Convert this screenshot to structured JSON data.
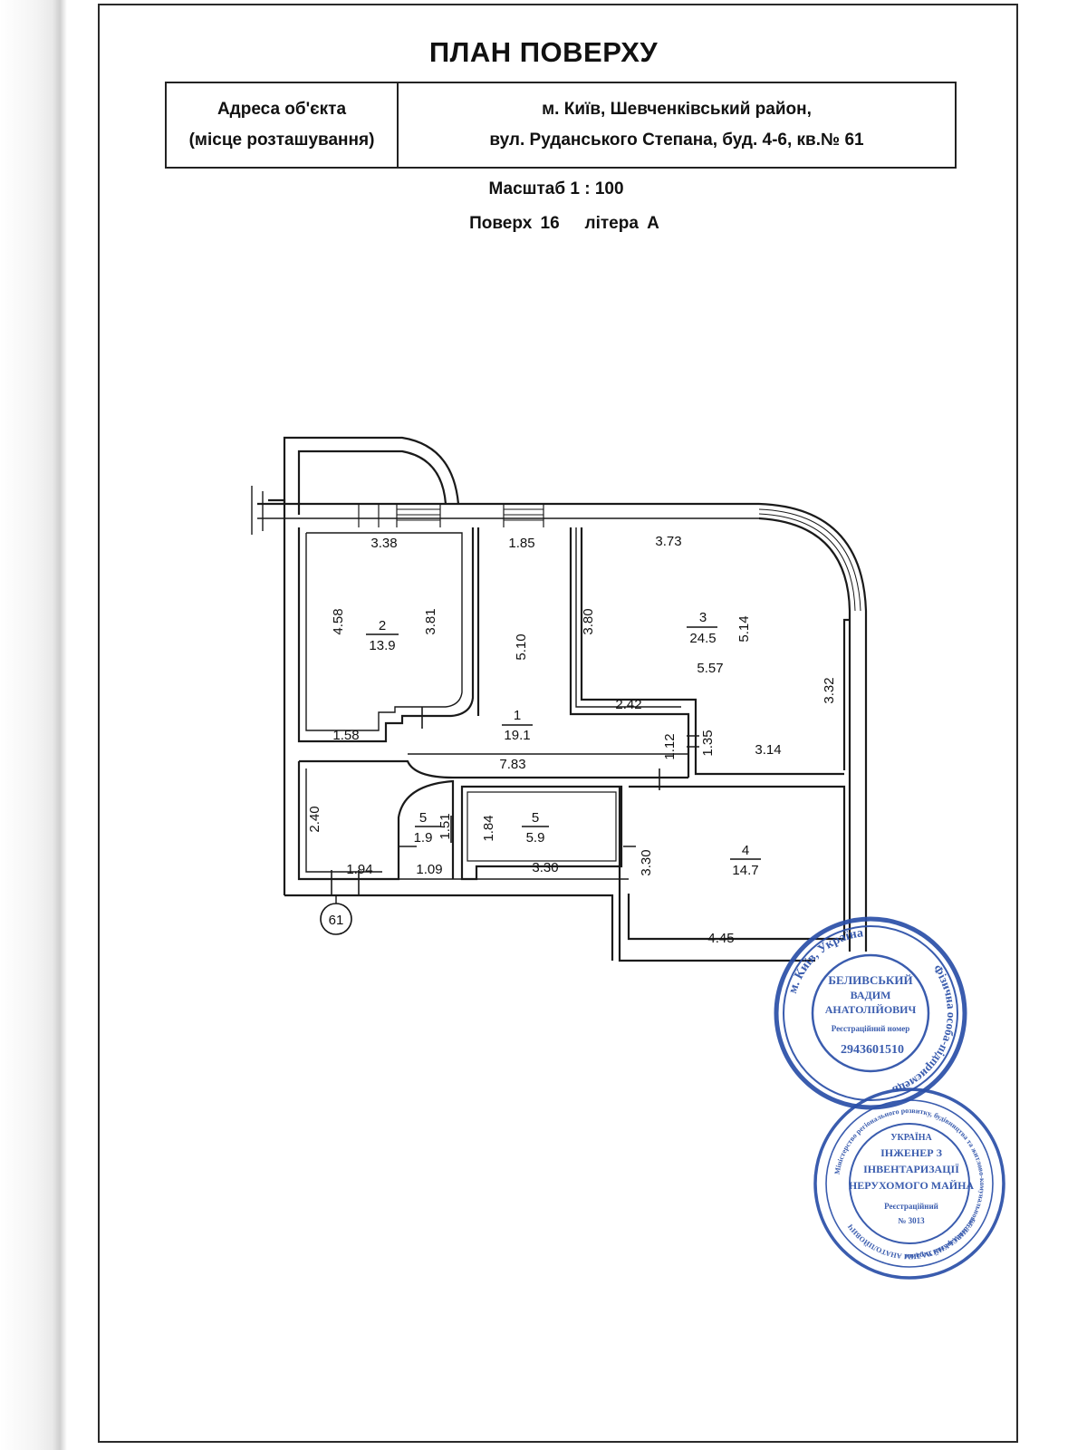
{
  "title": "ПЛАН ПОВЕРХУ",
  "address": {
    "label_line1": "Адреса об'єкта",
    "label_line2": "(місце розташування)",
    "value_line1": "м. Київ, Шевченківський район,",
    "value_line2": "вул. Руданського Степана, буд. 4-6, кв.№ 61"
  },
  "scale": "Масштаб 1 : 100",
  "floor": "Поверх 16   літера А",
  "apartment_marker": "61",
  "rooms": [
    {
      "number": "1",
      "area": "19.1"
    },
    {
      "number": "2",
      "area": "13.9"
    },
    {
      "number": "3",
      "area": "24.5"
    },
    {
      "number": "4",
      "area": "14.7"
    },
    {
      "number": "5",
      "area": "1.9"
    },
    {
      "number": "5",
      "area": "5.9"
    }
  ],
  "dimensions": {
    "d338": "3.38",
    "d185": "1.85",
    "d373": "3.73",
    "d458": "4.58",
    "d381": "3.81",
    "d510": "5.10",
    "d380": "3.80",
    "d514": "5.14",
    "d557": "5.57",
    "d332": "3.32",
    "d242": "2.42",
    "d158": "1.58",
    "d112": "1.12",
    "d135": "1.35",
    "d314": "3.14",
    "d783": "7.83",
    "d240": "2.40",
    "d194": "1.94",
    "d109": "1.09",
    "d184": "1.84",
    "d330a": "3.30",
    "d330b": "3.30",
    "d445": "4.45",
    "d151": "1.51"
  },
  "stamp1": {
    "arc_top": "м. Київ, Україна",
    "arc_side": "Фізична особа-підприємець",
    "name_line1": "БЕЛИВСЬКИЙ",
    "name_line2": "ВАДИМ",
    "name_line3": "АНАТОЛІЙОВИЧ",
    "reg_label": "Реєстраційний номер",
    "reg_number": "2943601510"
  },
  "stamp2": {
    "arc_text": "Міністерство регіонального розвитку, будівництва та житлово-комунального господарства України",
    "line1": "УКРАЇНА",
    "line2": "ІНЖЕНЕР З",
    "line3": "ІНВЕНТАРИЗАЦІЇ",
    "line4": "НЕРУХОМОГО МАЙНА",
    "reg_label": "Реєстраційний",
    "reg_number": "№ 3013",
    "bottom_text": "БЕЛИВСЬКИЙ ВАДИМ АНАТОЛІЙОВИЧ"
  },
  "colors": {
    "stamp_blue": "#2a4fa8",
    "line": "#1a1a1a"
  }
}
